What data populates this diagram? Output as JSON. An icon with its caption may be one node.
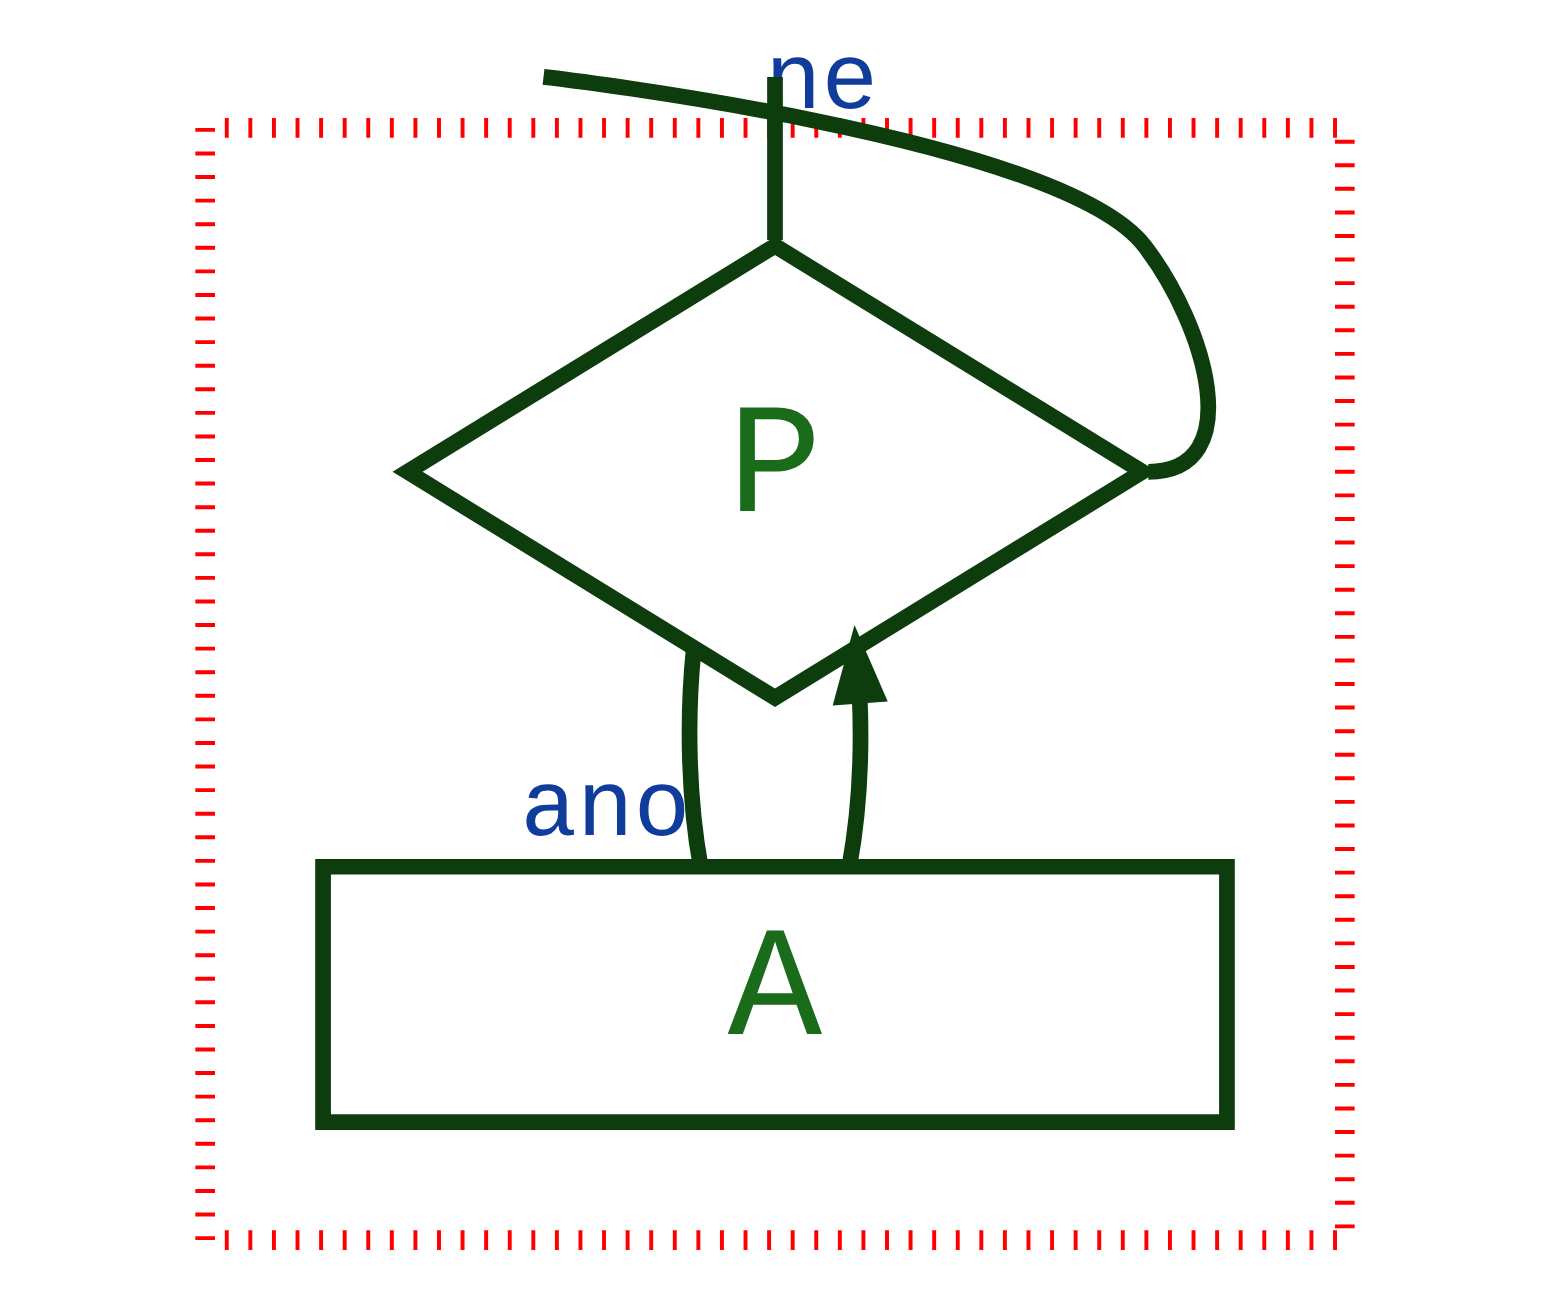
{
  "diagram": {
    "nodes": [
      {
        "text": [],
        "shape": "box"
      },
      {
        "text": [
          "P"
        ],
        "in": 0
      },
      {
        "text": [
          "A"
        ],
        "in": 0
      }
    ],
    "edges": [
      {
        "from": null,
        "to": 1,
        "arrow": "none"
      },
      {
        "from": 1,
        "to": 2,
        "arrow": "none",
        "label": "ano"
      },
      {
        "from": 2,
        "to": 1,
        "arrow": "to"
      },
      {
        "from": 1,
        "to": null,
        "arrow": "none",
        "label": "ne"
      }
    ]
  }
}
